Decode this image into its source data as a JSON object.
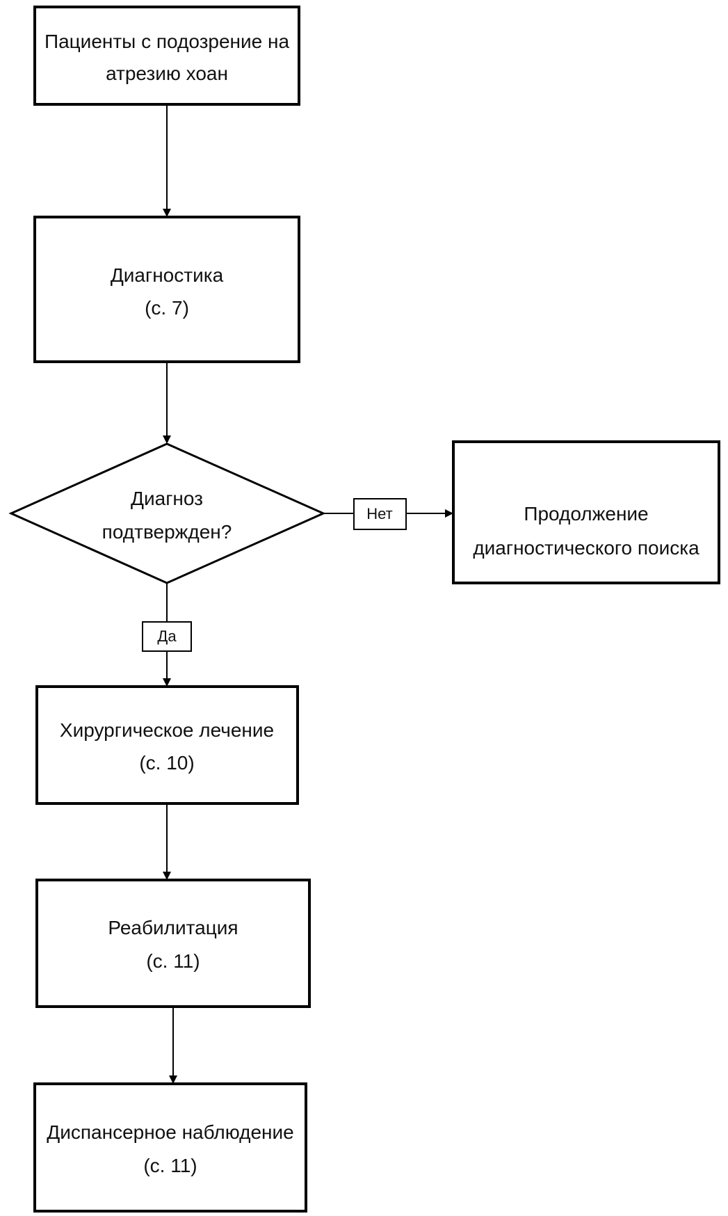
{
  "nodes": {
    "start": {
      "line1": "Пациенты с подозрение на",
      "line2": "атрезию хоан"
    },
    "diagnostics": {
      "line1": "Диагностика",
      "line2": "(с. 7)"
    },
    "decision": {
      "line1": "Диагноз",
      "line2": "подтвержден?"
    },
    "continue_search": {
      "line1": "Продолжение",
      "line2": "диагностического поиска"
    },
    "surgery": {
      "line1": "Хирургическое лечение",
      "line2": "(с. 10)"
    },
    "rehab": {
      "line1": "Реабилитация",
      "line2": "(с. 11)"
    },
    "followup": {
      "line1": "Диспансерное наблюдение",
      "line2": "(с. 11)"
    }
  },
  "edges": {
    "no_label": "Нет",
    "yes_label": "Да"
  }
}
